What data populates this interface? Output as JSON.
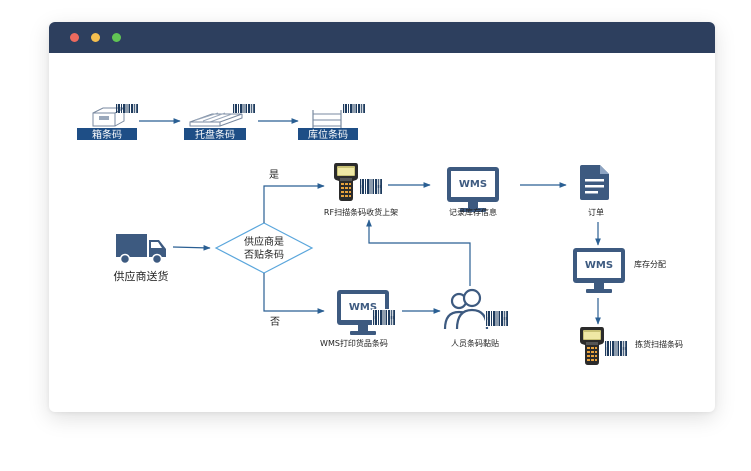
{
  "window": {
    "dots": [
      {
        "name": "close-dot",
        "color": "#ed6a5e"
      },
      {
        "name": "minimize-dot",
        "color": "#f5bf4f"
      },
      {
        "name": "maximize-dot",
        "color": "#61c554"
      }
    ],
    "titlebar_color": "#2d3f5e"
  },
  "colors": {
    "arrow": "#2a5f93",
    "icon_dark": "#3d5a80",
    "label_bg": "#1e4e86",
    "diamond": "#5aa6dc"
  },
  "top_row": {
    "box_barcode": "箱条码",
    "pallet_barcode": "托盘条码",
    "location_barcode": "库位条码"
  },
  "flow": {
    "supplier_delivery": "供应商送货",
    "decision_line1": "供应商是",
    "decision_line2": "否贴条码",
    "yes": "是",
    "no": "否",
    "rf_scan": "RF扫描条码收货上架",
    "record_inventory": "记录库存信息",
    "wms_print": "WMS打印货品条码",
    "staff_label": "人员条码黏贴",
    "order": "订单",
    "inventory_alloc": "库存分配",
    "pick_scan": "拣货扫描条码",
    "wms_text": "WMS"
  }
}
